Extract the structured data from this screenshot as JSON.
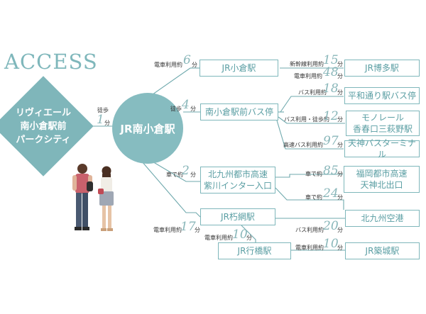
{
  "title": "ACCESS",
  "origin": {
    "lines": [
      "リヴィエール",
      "南小倉駅前",
      "パークシティ"
    ]
  },
  "walk_to_hub": {
    "label": "徒歩",
    "value": "1",
    "unit": "分"
  },
  "hub": "JR南小倉駅",
  "destinations": {
    "kokura": "JR小倉駅",
    "hakata": "JR博多駅",
    "bus_stop": "南小倉駅前バス停",
    "heiwa": "平和通り駅バス停",
    "monorail_1": "モノレール",
    "monorail_2": "香春口三萩野駅",
    "tenjin_bt": "天神バスターミナル",
    "expressway_1": "北九州都市高速",
    "expressway_2": "紫川インター入口",
    "fukuoka_1": "福岡都市高速",
    "fukuoka_2": "天神北出口",
    "airport": "北九州空港",
    "kusami": "JR朽網駅",
    "yukuhashi": "JR行橋駅",
    "chikujo": "JR築城駅"
  },
  "routes": {
    "hub_kokura": {
      "label": "電車利用約",
      "value": "6",
      "unit": "分"
    },
    "kokura_hakata_shinkansen": {
      "label": "新幹線利用約",
      "value": "15",
      "unit": "分"
    },
    "kokura_hakata_train": {
      "label": "電車利用約",
      "value": "48",
      "unit": "分"
    },
    "hub_busstop": {
      "label": "徒歩",
      "value": "4",
      "unit": "分"
    },
    "bus_heiwa": {
      "label": "バス利用約",
      "value": "18",
      "unit": "分"
    },
    "bus_monorail": {
      "label": "バス利用・徒歩約",
      "value": "12",
      "unit": "分"
    },
    "bus_tenjin": {
      "label": "高速バス利用約",
      "value": "97",
      "unit": "分"
    },
    "hub_expressway": {
      "label": "車で約",
      "value": "2",
      "unit": "分"
    },
    "exp_fukuoka": {
      "label": "車で約",
      "value": "85",
      "unit": "分"
    },
    "exp_airport": {
      "label": "車で約",
      "value": "24",
      "unit": "分"
    },
    "hub_kusami": {
      "label": "電車利用約",
      "value": "17",
      "unit": "分"
    },
    "kusami_yukuhashi": {
      "label": "電車利用約",
      "value": "10",
      "unit": "分"
    },
    "kusami_airport": {
      "label": "バス利用約",
      "value": "20",
      "unit": "分"
    },
    "yukuhashi_chikujo": {
      "label": "電車利用約",
      "value": "10",
      "unit": "分"
    }
  },
  "colors": {
    "accent": "#7fb7bb",
    "line": "#6fa9ad",
    "text": "#333333"
  }
}
